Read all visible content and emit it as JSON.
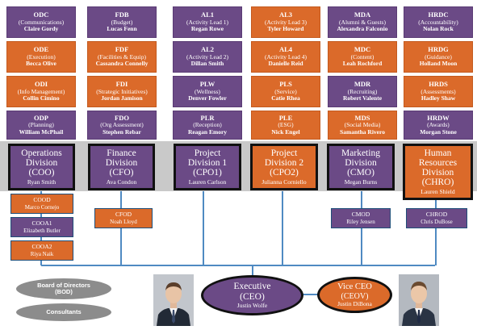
{
  "columns": [
    {
      "boxes": [
        {
          "code": "ODC",
          "sub": "(Communications)",
          "name": "Claire Gordy",
          "color": "purple"
        },
        {
          "code": "ODE",
          "sub": "(Execution)",
          "name": "Becca Olive",
          "color": "orange"
        },
        {
          "code": "ODI",
          "sub": "(Info Management)",
          "name": "Collin Cimino",
          "color": "orange"
        },
        {
          "code": "ODP",
          "sub": "(Planning)",
          "name": "William McPhail",
          "color": "purple"
        }
      ]
    },
    {
      "boxes": [
        {
          "code": "FDB",
          "sub": "(Budget)",
          "name": "Lucas Fenn",
          "color": "purple"
        },
        {
          "code": "FDF",
          "sub": "(Facilities & Equip)",
          "name": "Cassandra Connelly",
          "color": "orange"
        },
        {
          "code": "FDI",
          "sub": "(Strategic Initiatives)",
          "name": "Jordan Jamison",
          "color": "orange"
        },
        {
          "code": "FDO",
          "sub": "(Org Assessment)",
          "name": "Stephen Rebar",
          "color": "purple"
        }
      ]
    },
    {
      "boxes": [
        {
          "code": "AL1",
          "sub": "(Activity Lead 1)",
          "name": "Regan Rowe",
          "color": "purple"
        },
        {
          "code": "AL2",
          "sub": "(Activity Lead 2)",
          "name": "Dillan Smith",
          "color": "purple"
        },
        {
          "code": "PLW",
          "sub": "(Wellness)",
          "name": "Denver Fowler",
          "color": "purple"
        },
        {
          "code": "PLR",
          "sub": "(Reception)",
          "name": "Reagan Emory",
          "color": "purple"
        }
      ]
    },
    {
      "boxes": [
        {
          "code": "AL3",
          "sub": "(Activity Lead 3)",
          "name": "Tyler Howard",
          "color": "orange"
        },
        {
          "code": "AL4",
          "sub": "(Activity Lead 4)",
          "name": "Danielle Reid",
          "color": "orange"
        },
        {
          "code": "PLS",
          "sub": "(Service)",
          "name": "Catie Rhea",
          "color": "orange"
        },
        {
          "code": "PLE",
          "sub": "(ESG)",
          "name": "Nick Engel",
          "color": "orange"
        }
      ]
    },
    {
      "boxes": [
        {
          "code": "MDA",
          "sub": "(Alumni & Guests)",
          "name": "Alexandra Falconio",
          "color": "purple"
        },
        {
          "code": "MDC",
          "sub": "(Content)",
          "name": "Leah Rochford",
          "color": "orange"
        },
        {
          "code": "MDR",
          "sub": "(Recruiting)",
          "name": "Robert Valente",
          "color": "purple"
        },
        {
          "code": "MDS",
          "sub": "(Social Media)",
          "name": "Samantha Rivero",
          "color": "orange"
        }
      ]
    },
    {
      "boxes": [
        {
          "code": "HRDC",
          "sub": "(Accountability)",
          "name": "Nolan Rock",
          "color": "purple"
        },
        {
          "code": "HRDG",
          "sub": "(Guidance)",
          "name": "Holland Moon",
          "color": "orange"
        },
        {
          "code": "HRDS",
          "sub": "(Assessments)",
          "name": "Hadley Shaw",
          "color": "orange"
        },
        {
          "code": "HRDW",
          "sub": "(Awards)",
          "name": "Morgan Stone",
          "color": "purple"
        }
      ]
    }
  ],
  "divisions": [
    {
      "l1": "Operations",
      "l2": "Division",
      "l3": "(COO)",
      "l4": "",
      "name": "Ryan Smith",
      "color": "purple"
    },
    {
      "l1": "Finance",
      "l2": "Division",
      "l3": "(CFO)",
      "l4": "",
      "name": "Ava Condon",
      "color": "purple"
    },
    {
      "l1": "Project",
      "l2": "Division 1",
      "l3": "(CPO1)",
      "l4": "",
      "name": "Lauren Carlson",
      "color": "purple"
    },
    {
      "l1": "Project",
      "l2": "Division 2",
      "l3": "(CPO2)",
      "l4": "",
      "name": "Julianna Corniello",
      "color": "orange"
    },
    {
      "l1": "Marketing",
      "l2": "Division",
      "l3": "(CMO)",
      "l4": "",
      "name": "Megan Burns",
      "color": "purple"
    },
    {
      "l1": "Human",
      "l2": "Resources",
      "l3": "Division",
      "l4": "(CHRO)",
      "name": "Lauren Shield",
      "color": "orange"
    }
  ],
  "deputies": [
    {
      "code": "COOD",
      "name": "Marco Cornejo",
      "color": "orange"
    },
    {
      "code": "COOA1",
      "name": "Elizabeth Butler",
      "color": "purple"
    },
    {
      "code": "COOA2",
      "name": "Riya Naik",
      "color": "orange"
    },
    {
      "code": "CFOD",
      "name": "Noah Lloyd",
      "color": "orange"
    },
    {
      "code": "CMOD",
      "name": "Riley Jensen",
      "color": "purple"
    },
    {
      "code": "CHROD",
      "name": "Chris DuBose",
      "color": "purple"
    }
  ],
  "board": {
    "line1": "Board of Directors",
    "line2": "(BOD)"
  },
  "consultants": "Consultants",
  "executive": {
    "title": "Executive",
    "code": "(CEO)",
    "name": "Justin Wolfe",
    "color": "purple"
  },
  "vice": {
    "title": "Vice CEO",
    "code": "(CEOV)",
    "name": "Justin DiBona",
    "color": "orange"
  },
  "colors": {
    "purple": "#6b4a86",
    "orange": "#db6a2a",
    "line": "#4f8ac2",
    "band": "#c9c9c9"
  }
}
